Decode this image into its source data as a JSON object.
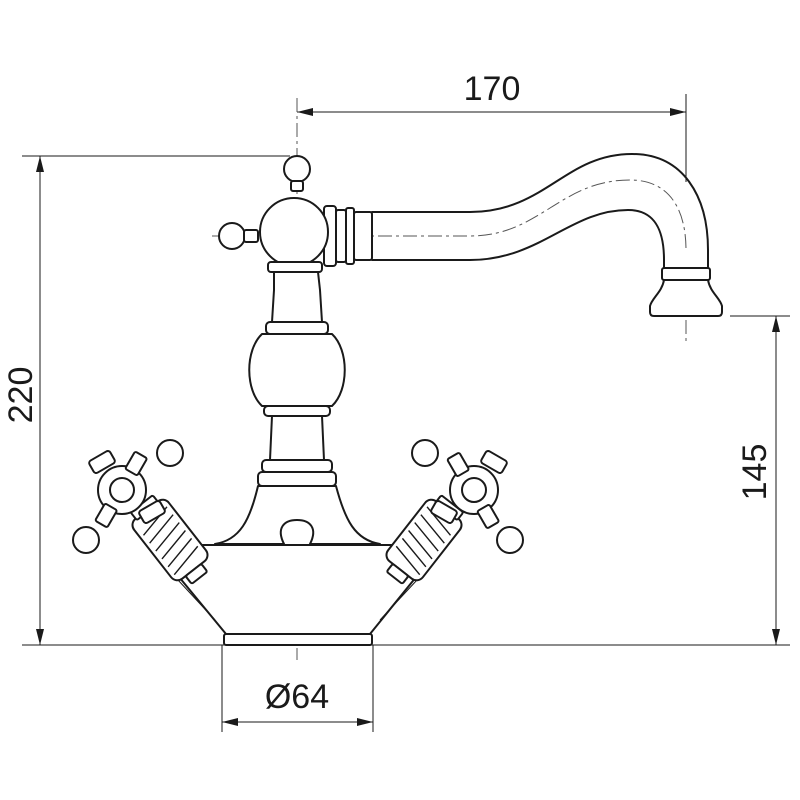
{
  "diagram": {
    "dimensions": {
      "spout_reach": "170",
      "total_height": "220",
      "spout_height": "145",
      "base_diameter": "Ø64"
    },
    "colors": {
      "line": "#1a1a1a",
      "background": "#ffffff"
    }
  }
}
